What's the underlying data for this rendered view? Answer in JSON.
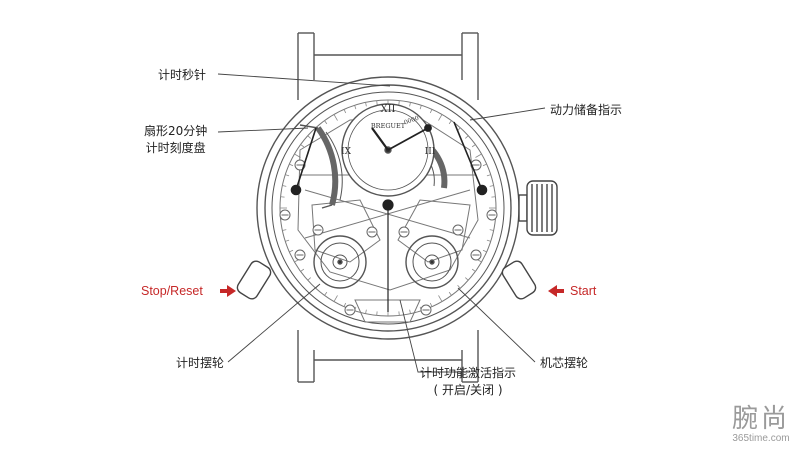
{
  "labels": {
    "chrono_seconds_hand": "计时秒针",
    "fan_counter_line1": "扇形20分钟",
    "fan_counter_line2": "计时刻度盘",
    "power_reserve": "动力储备指示",
    "stop_reset": "Stop/Reset",
    "start": "Start",
    "chrono_balance": "计时摆轮",
    "movement_balance": "机芯摆轮",
    "chrono_activation_line1": "计时功能激活指示",
    "chrono_activation_line2": "( 开启/关闭 )"
  },
  "dial": {
    "brand": "BREGUET",
    "serial": "0000",
    "numeral_top": "XII",
    "numeral_right": "III",
    "numeral_left": "IX"
  },
  "watermark": {
    "name": "腕尚",
    "site": "365time.com"
  },
  "colors": {
    "line": "#555555",
    "accent": "#c62828",
    "watermark": "#9a9a9a"
  }
}
